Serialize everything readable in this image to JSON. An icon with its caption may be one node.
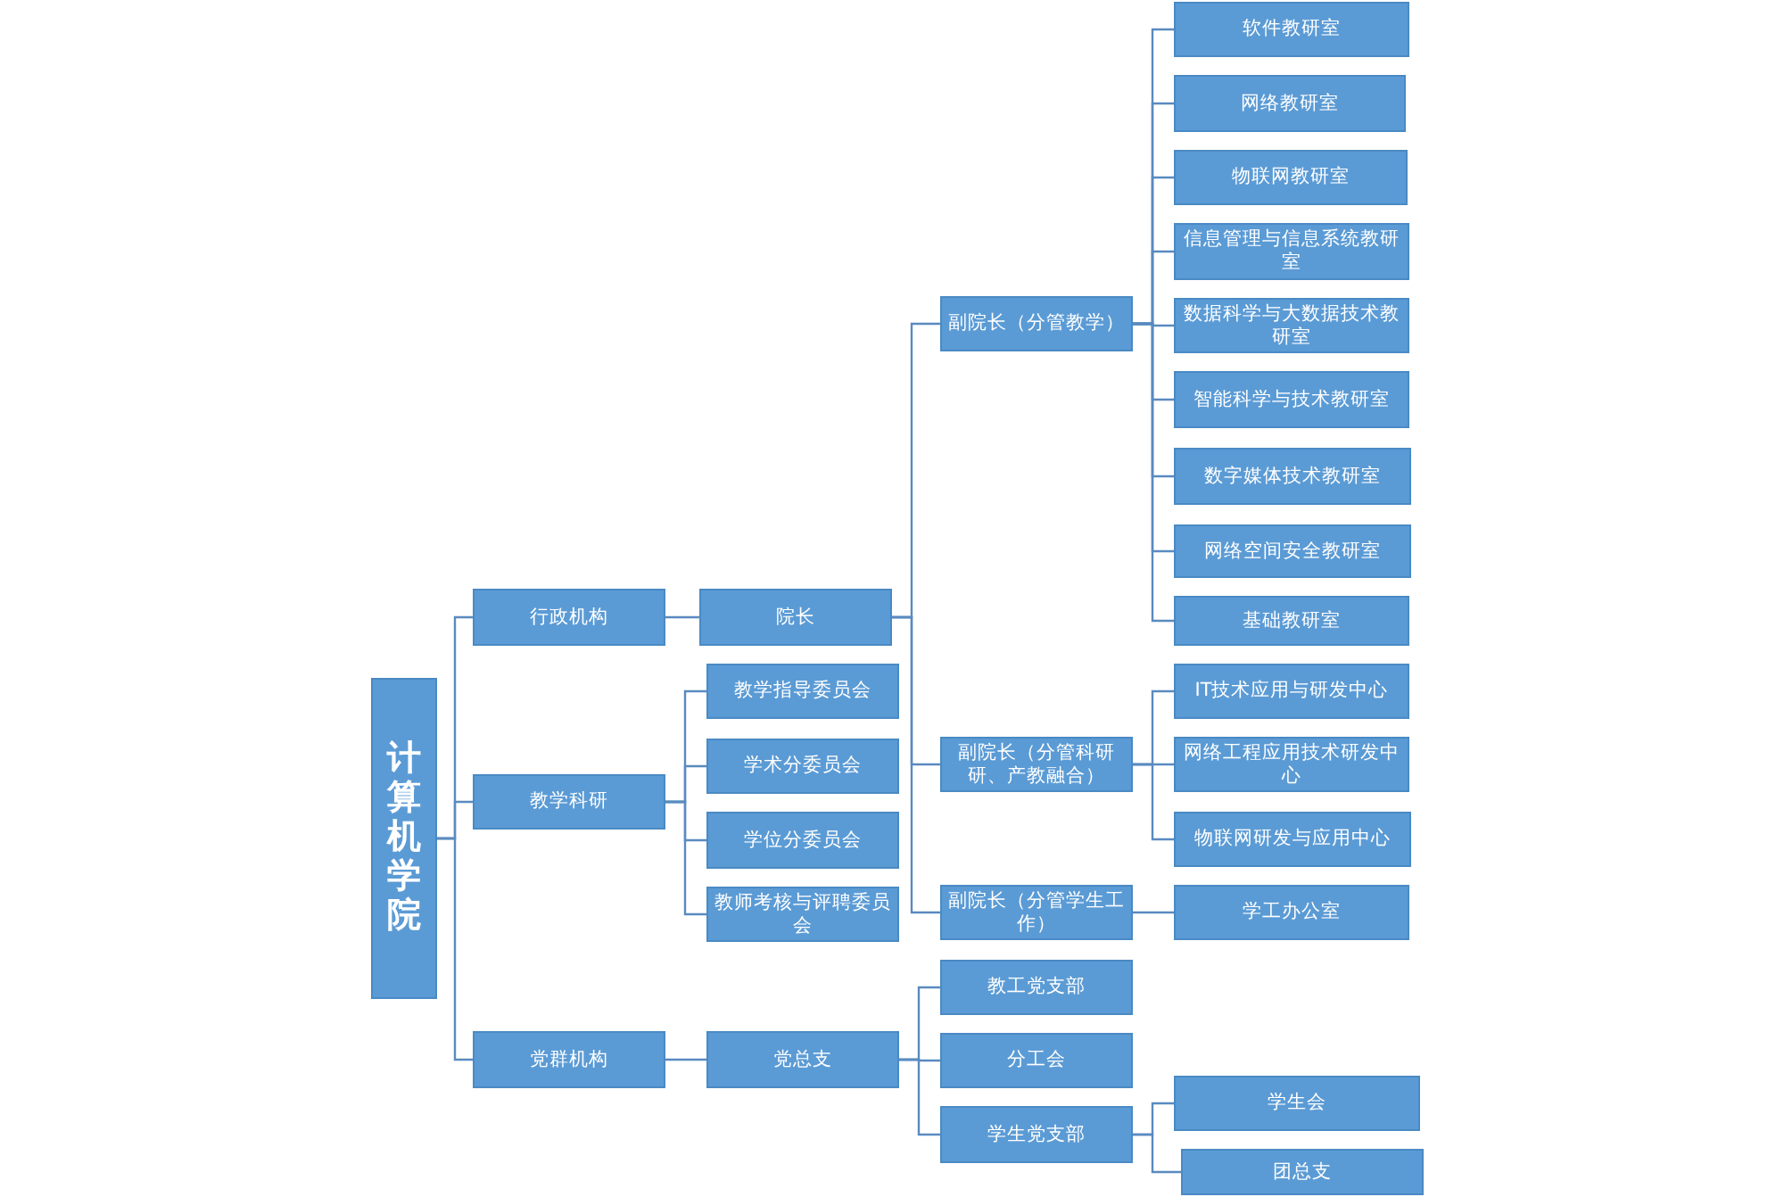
{
  "diagram": {
    "nodes": [
      {
        "text": [
          "计算机学院"
        ]
      },
      {
        "text": [
          "行政机构"
        ]
      },
      {
        "text": [
          "院长"
        ]
      },
      {
        "text": [
          "副院长（分管教学）"
        ]
      },
      {
        "text": [
          "软件教研室"
        ]
      },
      {
        "text": [
          "网络教研室"
        ]
      },
      {
        "text": [
          "物联网教研室"
        ]
      },
      {
        "text": [
          "信息管理与信息系统教研室"
        ]
      },
      {
        "text": [
          "数据科学与大数据技术教研室"
        ]
      },
      {
        "text": [
          "智能科学与技术教研室"
        ]
      },
      {
        "text": [
          "数字媒体技术教研室"
        ]
      },
      {
        "text": [
          "网络空间安全教研室"
        ]
      },
      {
        "text": [
          "基础教研室"
        ]
      },
      {
        "text": [
          "副院长（分管科研研、产教融合）"
        ]
      },
      {
        "text": [
          "IT技术应用与研发中心"
        ]
      },
      {
        "text": [
          "网络工程应用技术研发中心"
        ]
      },
      {
        "text": [
          "物联网研发与应用中心"
        ]
      },
      {
        "text": [
          "副院长（分管学生工作）"
        ]
      },
      {
        "text": [
          "学工办公室"
        ]
      },
      {
        "text": [
          "教学科研"
        ]
      },
      {
        "text": [
          "教学指导委员会"
        ]
      },
      {
        "text": [
          "学术分委员会"
        ]
      },
      {
        "text": [
          "学位分委员会"
        ]
      },
      {
        "text": [
          "教师考核与评聘委员会"
        ]
      },
      {
        "text": [
          "党群机构"
        ]
      },
      {
        "text": [
          "党总支"
        ]
      },
      {
        "text": [
          "教工党支部"
        ]
      },
      {
        "text": [
          "分工会"
        ]
      },
      {
        "text": [
          "学生党支部"
        ]
      },
      {
        "text": [
          "学生会"
        ]
      },
      {
        "text": [
          "团总支"
        ]
      }
    ],
    "edges": [
      {
        "from": 0,
        "to": 1,
        "arrow": "none"
      },
      {
        "from": 0,
        "to": 19,
        "arrow": "none"
      },
      {
        "from": 0,
        "to": 24,
        "arrow": "none"
      },
      {
        "from": 1,
        "to": 2,
        "arrow": "none"
      },
      {
        "from": 2,
        "to": 3,
        "arrow": "none"
      },
      {
        "from": 2,
        "to": 13,
        "arrow": "none"
      },
      {
        "from": 2,
        "to": 17,
        "arrow": "none"
      },
      {
        "from": 3,
        "to": 4,
        "arrow": "none"
      },
      {
        "from": 3,
        "to": 5,
        "arrow": "none"
      },
      {
        "from": 3,
        "to": 6,
        "arrow": "none"
      },
      {
        "from": 3,
        "to": 7,
        "arrow": "none"
      },
      {
        "from": 3,
        "to": 8,
        "arrow": "none"
      },
      {
        "from": 3,
        "to": 9,
        "arrow": "none"
      },
      {
        "from": 3,
        "to": 10,
        "arrow": "none"
      },
      {
        "from": 3,
        "to": 11,
        "arrow": "none"
      },
      {
        "from": 3,
        "to": 12,
        "arrow": "none"
      },
      {
        "from": 13,
        "to": 14,
        "arrow": "none"
      },
      {
        "from": 13,
        "to": 15,
        "arrow": "none"
      },
      {
        "from": 13,
        "to": 16,
        "arrow": "none"
      },
      {
        "from": 17,
        "to": 18,
        "arrow": "none"
      },
      {
        "from": 19,
        "to": 20,
        "arrow": "none"
      },
      {
        "from": 19,
        "to": 21,
        "arrow": "none"
      },
      {
        "from": 19,
        "to": 22,
        "arrow": "none"
      },
      {
        "from": 19,
        "to": 23,
        "arrow": "none"
      },
      {
        "from": 24,
        "to": 25,
        "arrow": "none"
      },
      {
        "from": 25,
        "to": 26,
        "arrow": "none"
      },
      {
        "from": 25,
        "to": 27,
        "arrow": "none"
      },
      {
        "from": 25,
        "to": 28,
        "arrow": "none"
      },
      {
        "from": 28,
        "to": 29,
        "arrow": "none"
      },
      {
        "from": 28,
        "to": 30,
        "arrow": "none"
      }
    ]
  }
}
